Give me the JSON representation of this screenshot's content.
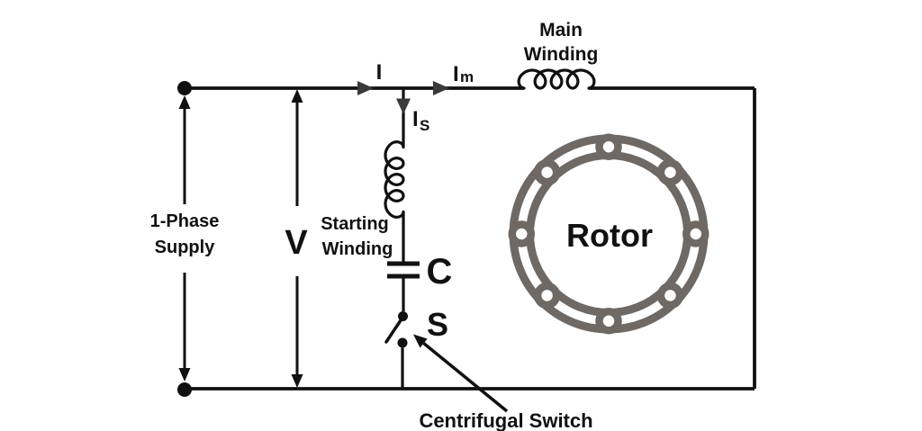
{
  "colors": {
    "background": "#ffffff",
    "wire": "#111111",
    "current_arrow": "#3a3a3a",
    "rotor": "#6e6965",
    "text": "#111111"
  },
  "labels": {
    "supply": {
      "line1": "1-Phase",
      "line2": "Supply"
    },
    "voltage": "V",
    "currents": {
      "total": "I",
      "main_base": "I",
      "main_sub": "m",
      "start_base": "I",
      "start_sub": "S"
    },
    "main_winding": {
      "line1": "Main",
      "line2": "Winding"
    },
    "starting_winding": {
      "line1": "Starting",
      "line2": "Winding"
    },
    "capacitor": "C",
    "switch": "S",
    "rotor": "Rotor",
    "centrifugal_switch": "Centrifugal Switch"
  }
}
